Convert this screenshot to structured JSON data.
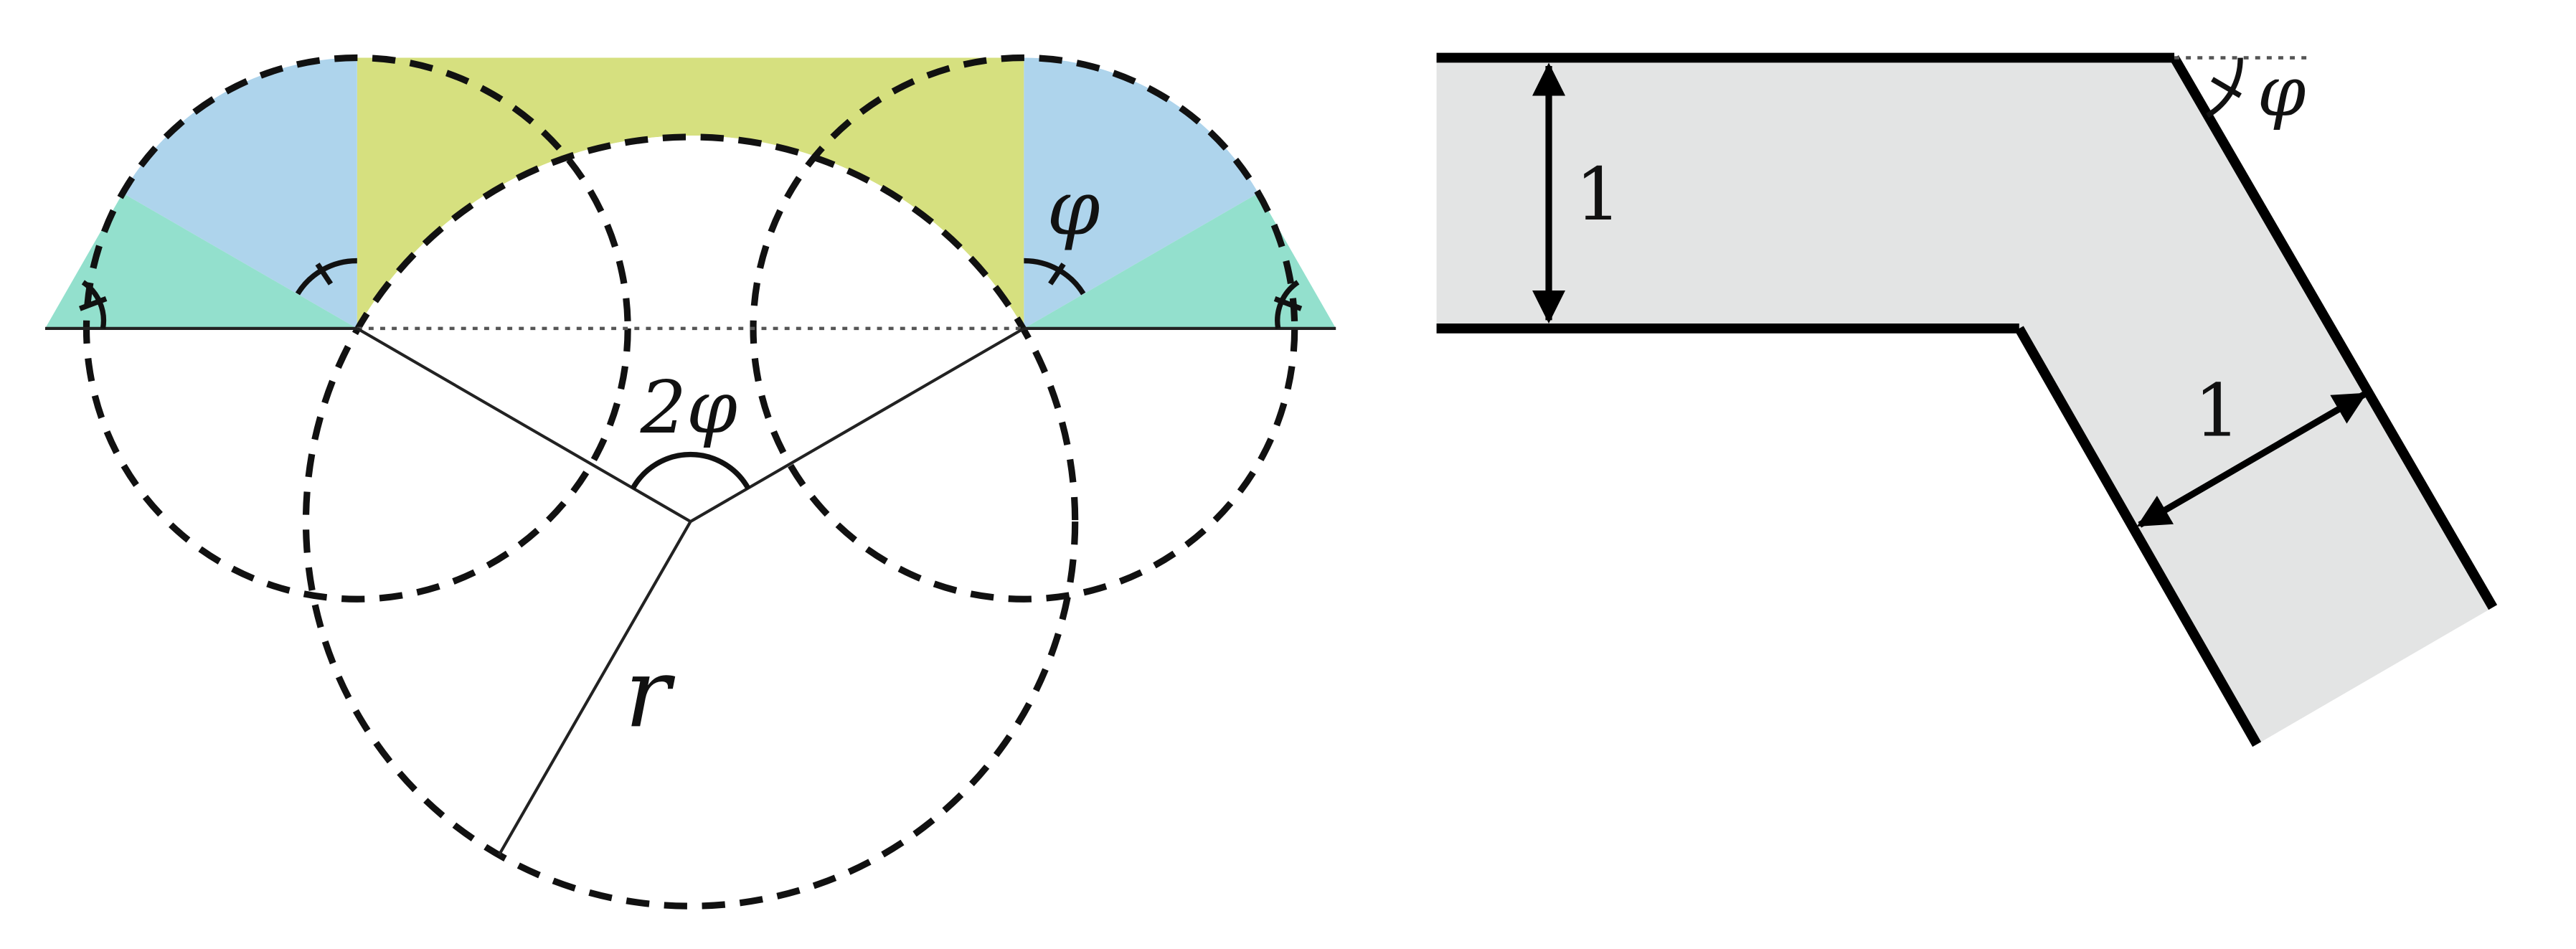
{
  "left_figure": {
    "angle_label_2phi": "2φ",
    "angle_label_phi": "φ",
    "radius_label": "r",
    "colors": {
      "yellow": "#d6e07f",
      "blue": "#aed4ec",
      "teal": "#93e0cd"
    }
  },
  "right_figure": {
    "width_label_top": "1",
    "width_label_arm": "1",
    "angle_label": "φ",
    "colors": {
      "band_fill": "#e3e4e4"
    }
  }
}
